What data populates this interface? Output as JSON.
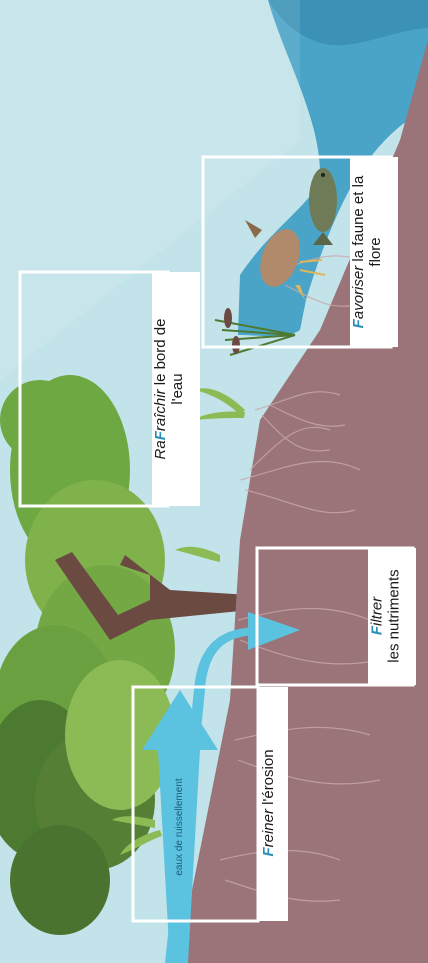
{
  "labels": {
    "rafraichir": {
      "hl": "F",
      "pre": "Ra",
      "mid": "raîchir",
      "rest": " le bord de",
      "line2": "l'eau"
    },
    "favoriser": {
      "hl": "F",
      "mid": "avoriser",
      "rest": " la faune et la",
      "line2": "flore"
    },
    "filtrer": {
      "hl": "F",
      "mid": "iltrer",
      "line2": "les nutriments"
    },
    "freiner": {
      "hl": "F",
      "mid": "reiner",
      "rest": " l'érosion"
    },
    "runoff": "eaux de ruissellement"
  },
  "colors": {
    "sky": "#c2e3ea",
    "water": "#4aa4c8",
    "soil": "#9a7478",
    "foliage_light": "#7fb24a",
    "foliage_dark": "#4d7a31",
    "trunk": "#6b4a42",
    "arrow": "#5bc3e0",
    "accent_text": "#2a8fb8"
  },
  "icons": [
    "tree-icon",
    "bird-icon",
    "fish-icon",
    "reed-icon",
    "roots-icon",
    "arrow-icon"
  ]
}
